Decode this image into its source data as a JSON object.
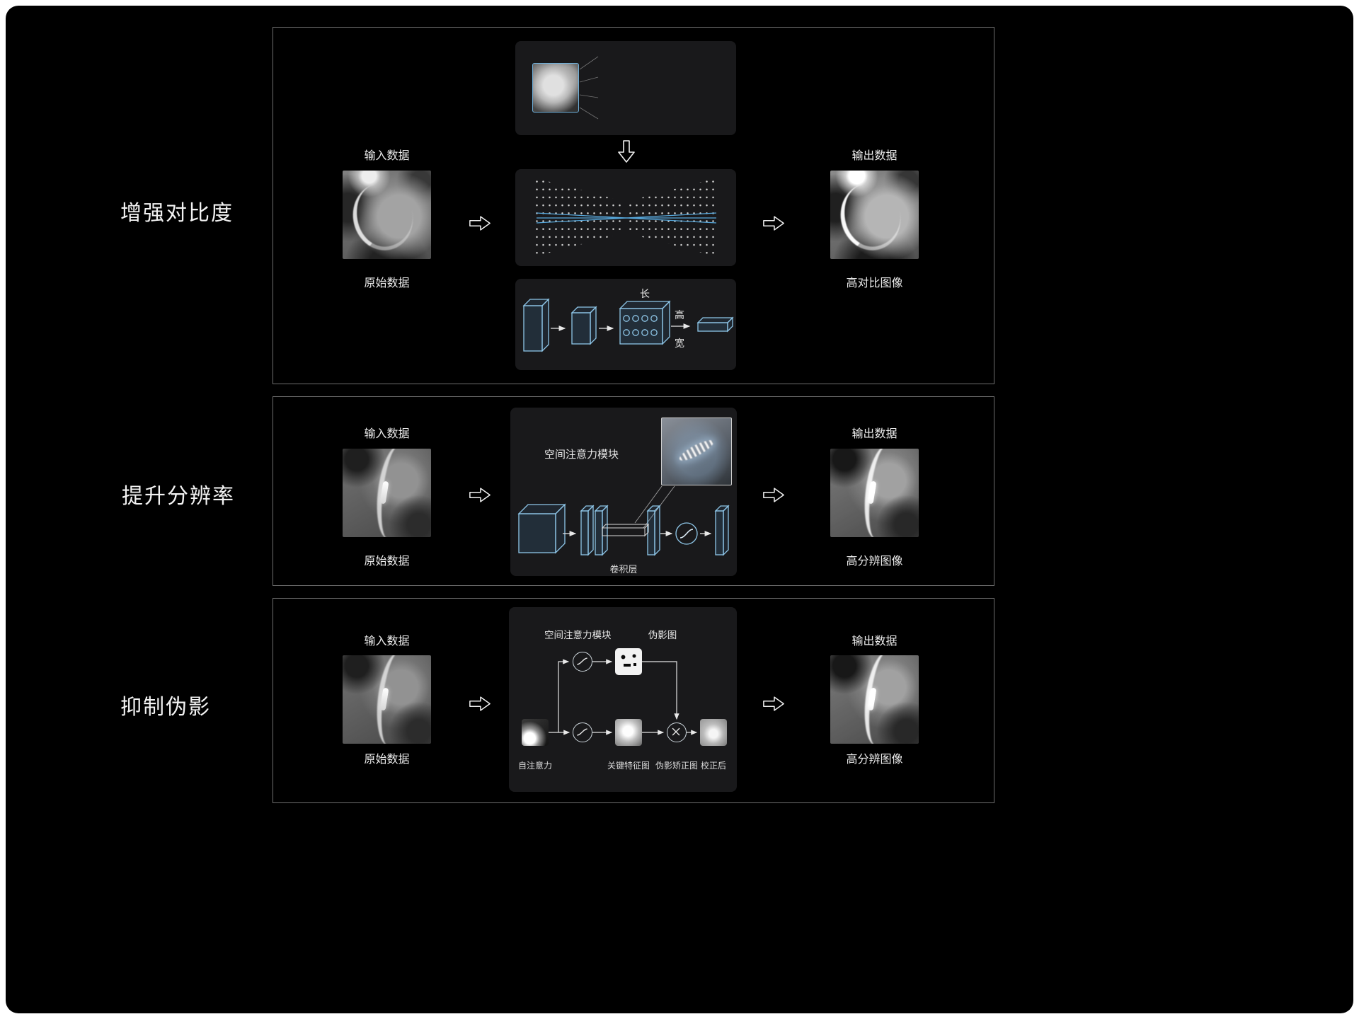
{
  "colors": {
    "board_bg": "#000000",
    "subpanel_bg": "#19191b",
    "panel_border": "#6e6e6e",
    "accent_blue": "#6fb1dc",
    "patch_blue": "#2e6cb0",
    "patch_yellow": "#ffd944",
    "text": "#ececec"
  },
  "feature_map": {
    "columns": 3,
    "rows": 4
  },
  "rows": [
    {
      "label": "增强对比度",
      "input_title": "输入数据",
      "input_caption": "原始数据",
      "output_title": "输出数据",
      "output_caption": "高对比图像",
      "dims": {
        "length": "长",
        "height": "高",
        "width": "宽"
      }
    },
    {
      "label": "提升分辨率",
      "input_title": "输入数据",
      "input_caption": "原始数据",
      "output_title": "输出数据",
      "output_caption": "高分辨图像",
      "attention_label": "空间注意力模块",
      "conv_label": "卷积层"
    },
    {
      "label": "抑制伪影",
      "input_title": "输入数据",
      "input_caption": "原始数据",
      "output_title": "输出数据",
      "output_caption": "高分辨图像",
      "attention_label": "空间注意力模块",
      "artifact_map_label": "伪影图",
      "steps": {
        "self_attention": "自注意力",
        "key_feature_map": "关键特征图",
        "artifact_correction_map": "伪影矫正图",
        "corrected": "校正后"
      }
    }
  ]
}
